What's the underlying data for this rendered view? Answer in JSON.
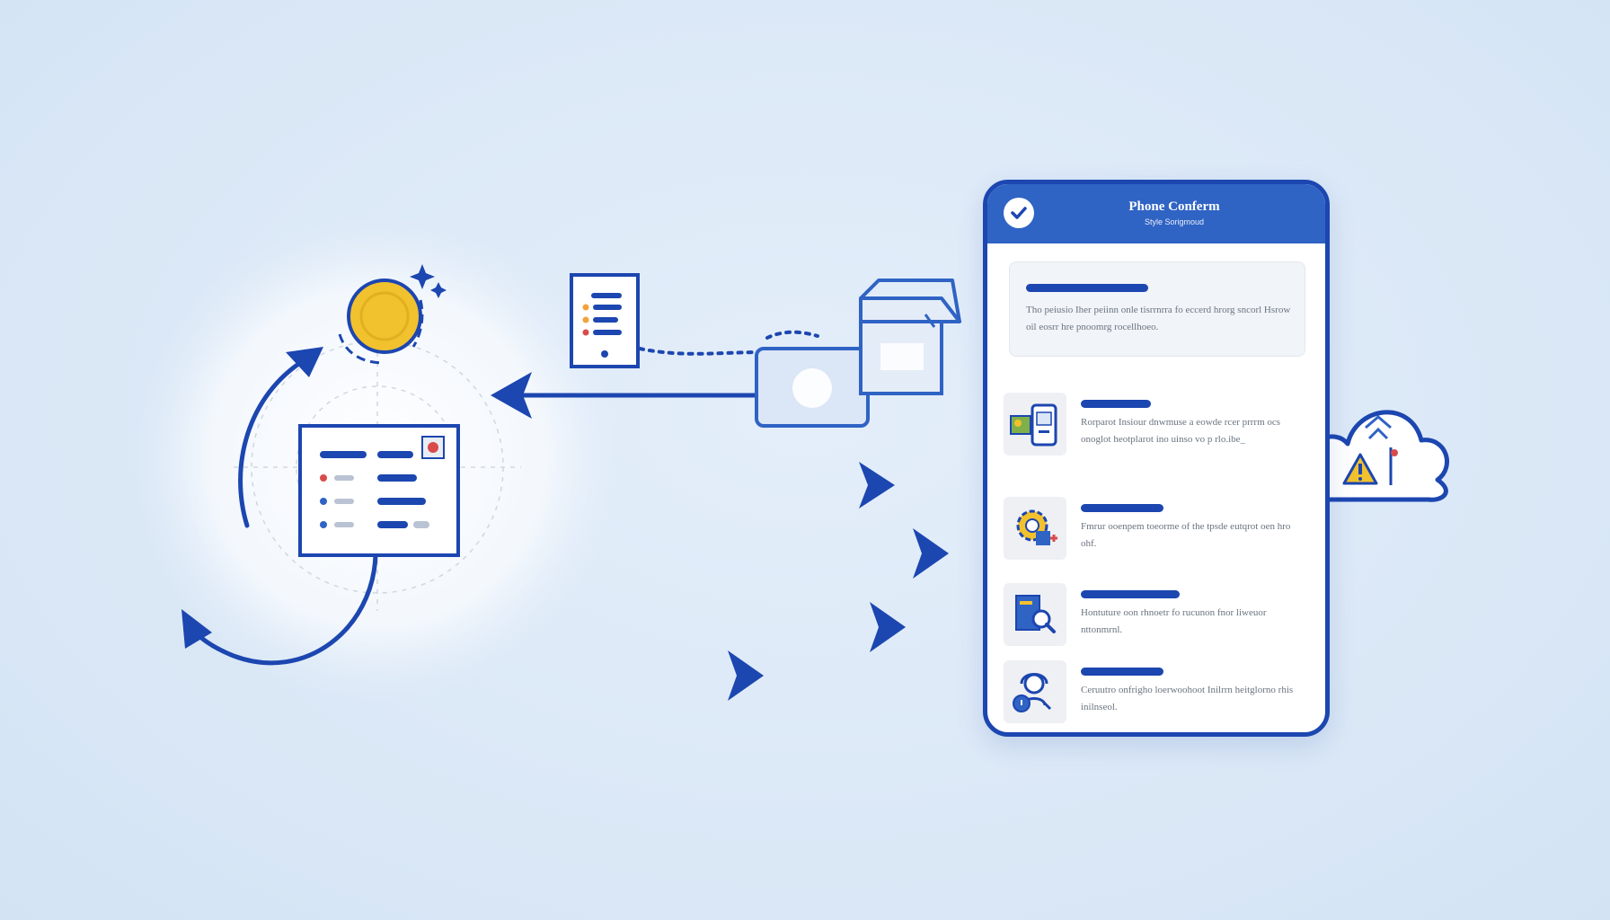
{
  "phone": {
    "title": "Phone Conferm",
    "subtitle": "Style Sorigmoud",
    "intro_text": "Tho peiusio Iher peiinn onle tisrrnrra fo eccerd hrorg sncorl Hsrow oil eosrr hre pnoomrg rocellhoeo.",
    "items": [
      {
        "icon": "phone-map-icon",
        "text": "Rorparot Insiour dnwmuse a eowde rcer prrrm ocs onoglot heotplarot ino uinso vo p rlo.ibe_"
      },
      {
        "icon": "gear-alert-icon",
        "text": "Fmrur ooenpem toeorme of the tpsde eutqrot oen hro ohf."
      },
      {
        "icon": "search-document-icon",
        "text": "Hontuture oon rhnoetr fo rucunon fnor liweuor nttonmrnl."
      },
      {
        "icon": "user-support-icon",
        "text": "Ceruutro onfrigho loerwoohoot Inilrrn heitglorno rhis inilnseol."
      }
    ]
  },
  "colors": {
    "primary": "#1c46b0",
    "header": "#2f63c4",
    "coin": "#f2c12e",
    "warning": "#f2c12e",
    "background": "#dde9f7"
  }
}
